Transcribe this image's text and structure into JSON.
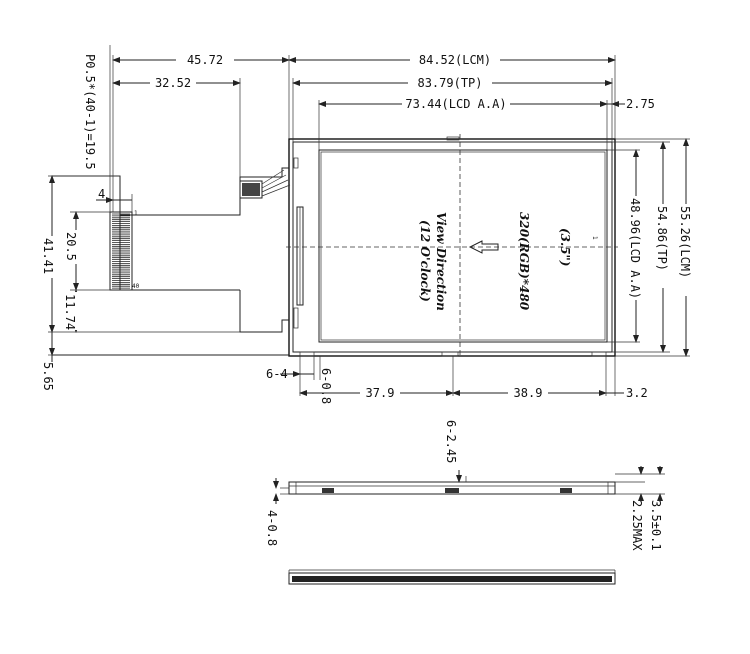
{
  "dimensions": {
    "d_45_72": "45.72",
    "d_84_52": "84.52(LCM)",
    "d_32_52": "32.52",
    "d_83_79": "83.79(TP)",
    "d_73_44": "73.44(LCD A.A)",
    "d_2_75": "2.75",
    "d_pitch": "P0.5*(40-1)=19.5",
    "d_4": "4",
    "d_20_5": "20.5",
    "d_41_41": "41.41",
    "d_11_74": "11.74",
    "d_5_65": "5.65",
    "d_6_4": "6-4",
    "d_6_0_8": "6-0.8",
    "d_37_9": "37.9",
    "d_38_9": "38.9",
    "d_3_2": "3.2",
    "d_48_96": "48.96(LCD A.A)",
    "d_54_86": "54.86(TP)",
    "d_55_26": "55.26(LCM)",
    "d_6_2_45": "6-2.45",
    "d_4_0_8": "4-0.8",
    "d_3_5": "3.5±0.1",
    "d_2_25": "2.25MAX"
  },
  "labels": {
    "size": "(3.5\")",
    "resolution": "320(RGB)*480",
    "view_direction": "View Direction",
    "clock": "(12 O'clock)",
    "pin1": "1",
    "pin40": "40",
    "pin_mark": "1"
  }
}
